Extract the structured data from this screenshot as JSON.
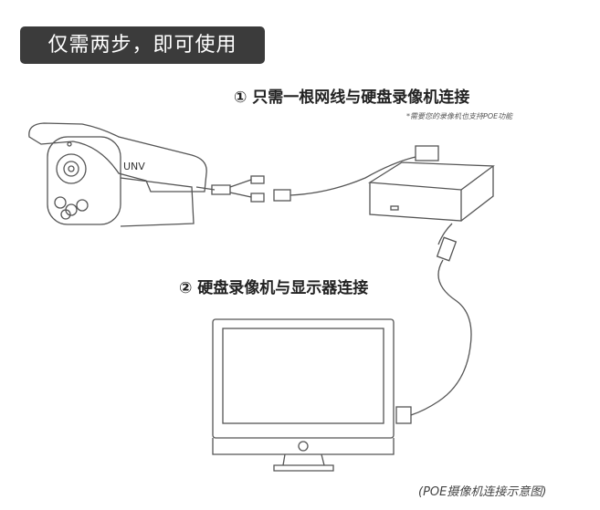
{
  "title": "仅需两步，即可使用",
  "step1": "① 只需一根网线与硬盘录像机连接",
  "step1_note": "*需要您的录像机也支持POE功能",
  "step2": "② 硬盘录像机与显示器连接",
  "camera_logo": "UNV",
  "caption": "(POE摄像机连接示意图)"
}
